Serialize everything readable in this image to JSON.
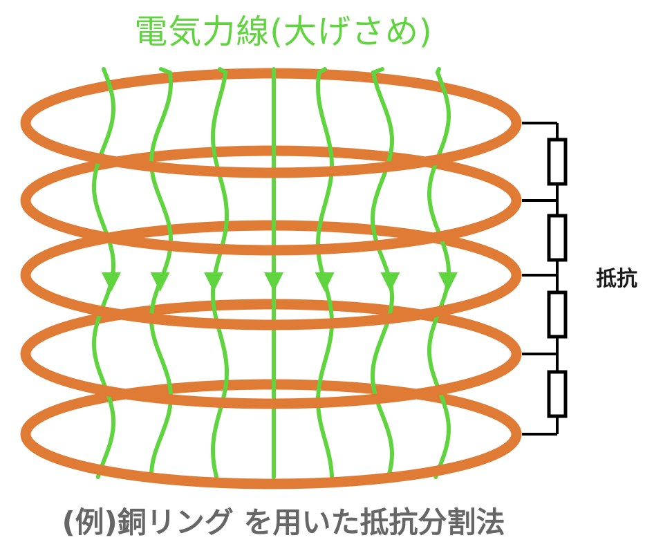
{
  "title": "電気力線(大げさめ)",
  "resistor_label": "抵抗",
  "caption": "(例)銅リング を用いた抵抗分割法",
  "colors": {
    "ring": "#e07b36",
    "field_line": "#5fd43e",
    "resistor": "#000000",
    "caption": "#666666",
    "title": "#5fd43e"
  },
  "diagram": {
    "ring_count": 5,
    "field_line_count": 7,
    "resistor_count": 4
  }
}
